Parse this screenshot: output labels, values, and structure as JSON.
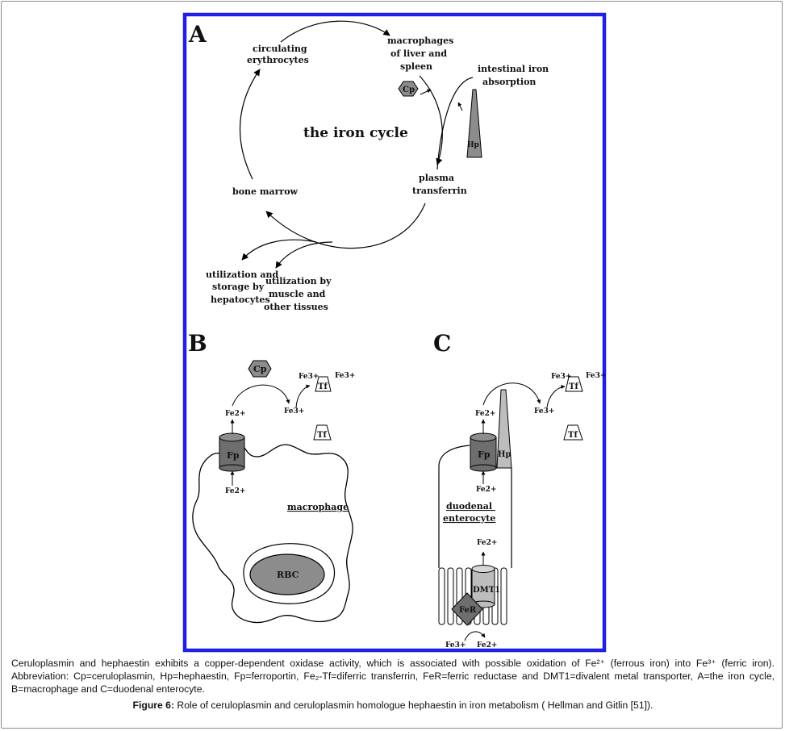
{
  "panelA": {
    "letter": "A",
    "title": "the iron cycle",
    "circulating": [
      "circulating",
      "erythrocytes"
    ],
    "macrophages": [
      "macrophages",
      "of liver and",
      "spleen"
    ],
    "intestinal": [
      "intestinal iron",
      "absorption"
    ],
    "cp": "Cp",
    "hp": "Hp",
    "plasma": [
      "plasma",
      "transferrin"
    ],
    "bone_marrow": "bone marrow",
    "hepatocytes": [
      "utilization and",
      "storage by",
      "hepatocytes"
    ],
    "muscle": [
      "utilization by",
      "muscle and",
      "other tissues"
    ]
  },
  "panelB": {
    "letter": "B",
    "cp": "Cp",
    "fe2_top": "Fe2+",
    "fe3_mid": "Fe3+",
    "fe3_tf_left": "Fe3+",
    "fe3_tf_right": "Fe3+",
    "tf_top": "Tf",
    "tf_bottom": "Tf",
    "fp": "Fp",
    "fe2_bottom": "Fe2+",
    "macrophage": "macrophage",
    "rbc": "RBC"
  },
  "panelC": {
    "letter": "C",
    "fe2_top": "Fe2+",
    "fe3_mid": "Fe3+",
    "fe3_tf_left": "Fe3+",
    "fe3_tf_right": "Fe3+",
    "tf_top": "Tf",
    "tf_bottom": "Tf",
    "fp": "Fp",
    "hp": "Hp",
    "fe2_below_fp": "Fe2+",
    "enterocyte": [
      "duodenal",
      "enterocyte"
    ],
    "fe2_above_dmt": "Fe2+",
    "dmt1": "DMT1",
    "fer": "FeR",
    "fe3_bottom": "Fe3+",
    "fe2_bottom": "Fe2+"
  },
  "caption": {
    "text": "Ceruloplasmin and hephaestin exhibits a copper-dependent oxidase activity, which is associated with possible oxidation of Fe²⁺ (ferrous iron) into Fe³⁺ (ferric iron). Abbreviation: Cp=ceruloplasmin, Hp=hephaestin, Fp=ferroportin, Fe₂-Tf=diferric transferrin, FeR=ferric reductase and DMT1=divalent metal transporter, A=the iron cycle, B=macrophage and C=duodenal enterocyte.",
    "figure_label": "Figure 6:",
    "figure_title": " Role of ceruloplasmin and ceruloplasmin homologue hephaestin in iron metabolism ( Hellman and Gitlin [51])."
  },
  "colors": {
    "border_blue": "#1f1fe6",
    "dark_gray": "#6e6e6e",
    "mid_gray": "#8c8c8c",
    "light_gray": "#bdbdbd"
  }
}
